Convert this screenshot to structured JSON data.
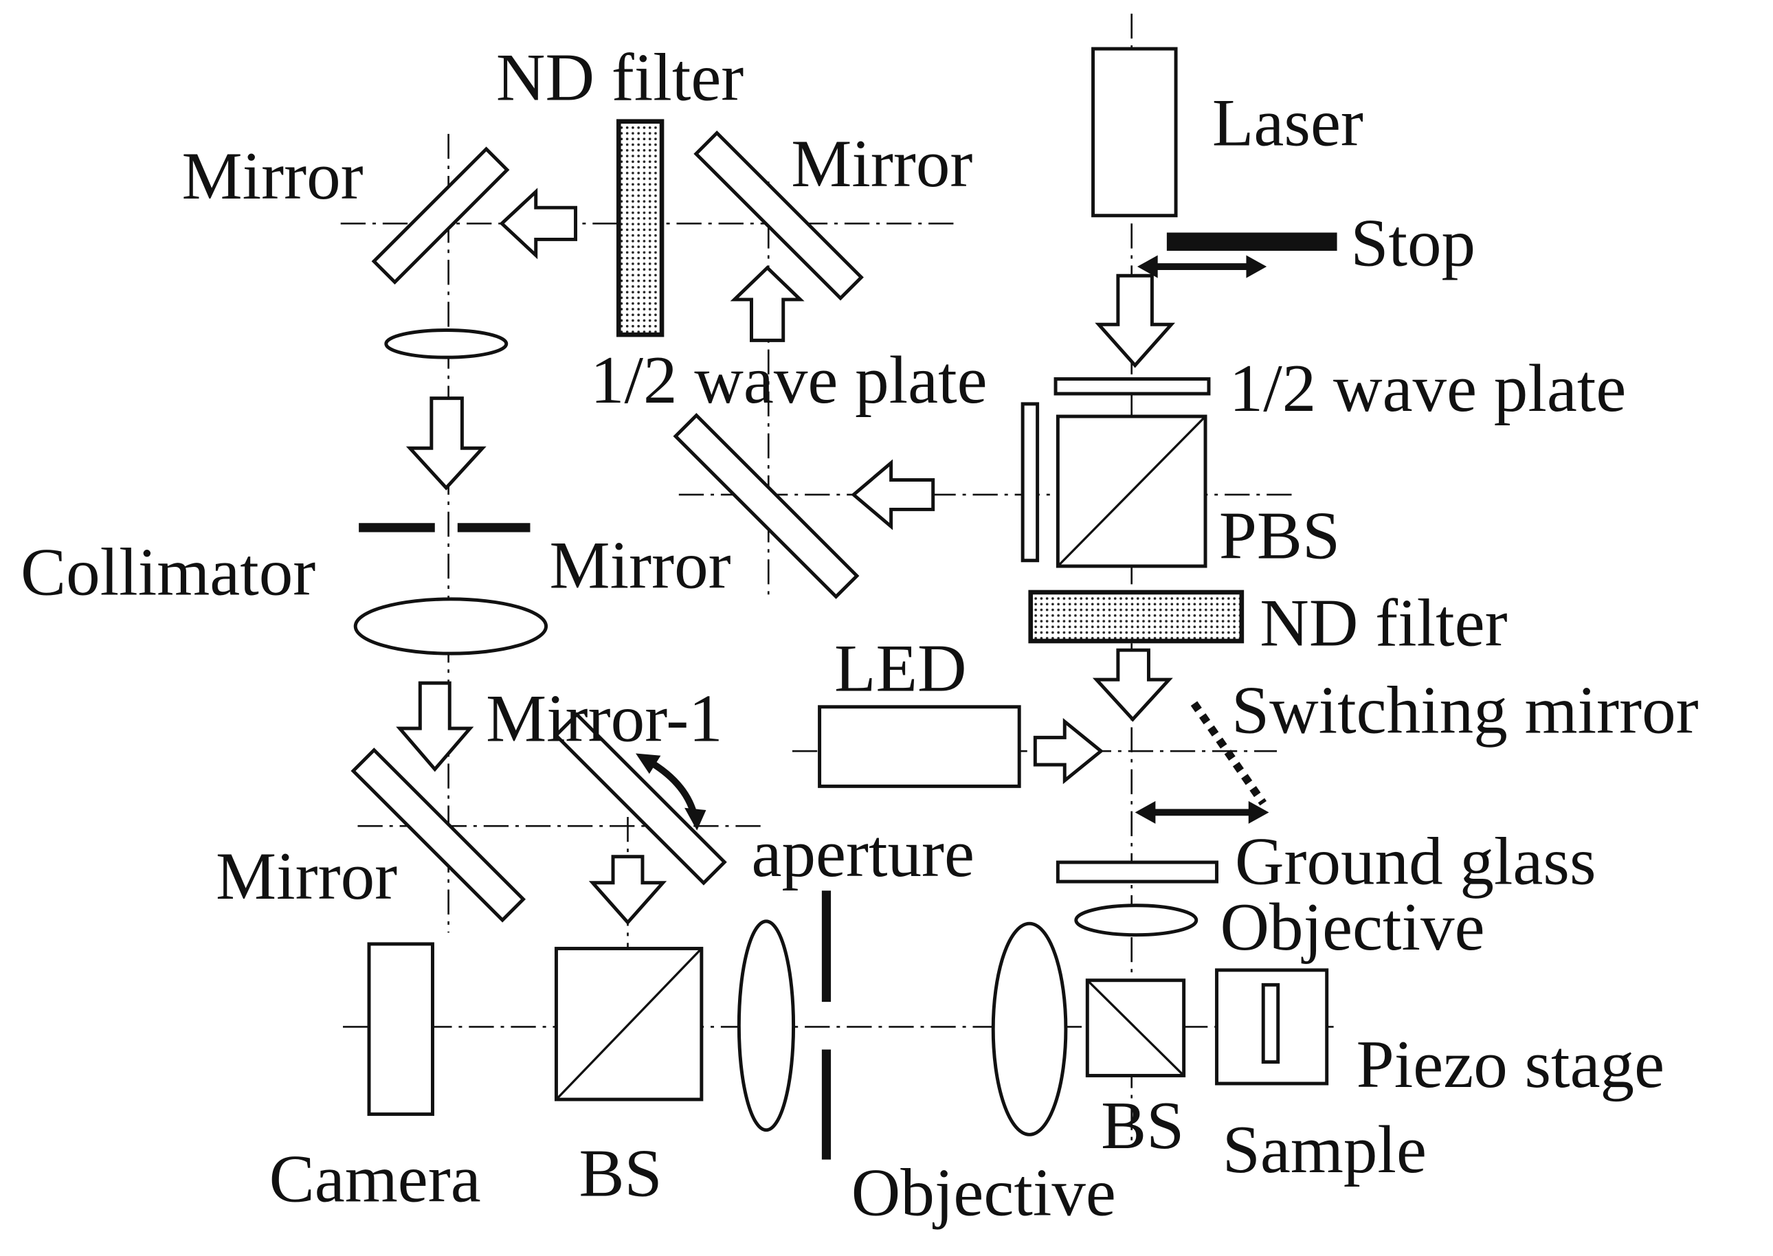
{
  "labels": {
    "nd_filter_top": "ND filter",
    "laser": "Laser",
    "mirror_top_left": "Mirror",
    "mirror_top_mid": "Mirror",
    "stop": "Stop",
    "half_wave_plate_left": "1/2 wave plate",
    "half_wave_plate_right": "1/2 wave plate",
    "pbs": "PBS",
    "collimator": "Collimator",
    "mirror_mid": "Mirror",
    "nd_filter_right": "ND filter",
    "led": "LED",
    "switching_mirror": "Switching mirror",
    "mirror_1": "Mirror-1",
    "aperture": "aperture",
    "ground_glass": "Ground glass",
    "mirror_bottom_left": "Mirror",
    "objective_right": "Objective",
    "piezo_stage": "Piezo stage",
    "bs_right": "BS",
    "sample": "Sample",
    "camera": "Camera",
    "bs_left": "BS",
    "objective_bottom": "Objective"
  }
}
